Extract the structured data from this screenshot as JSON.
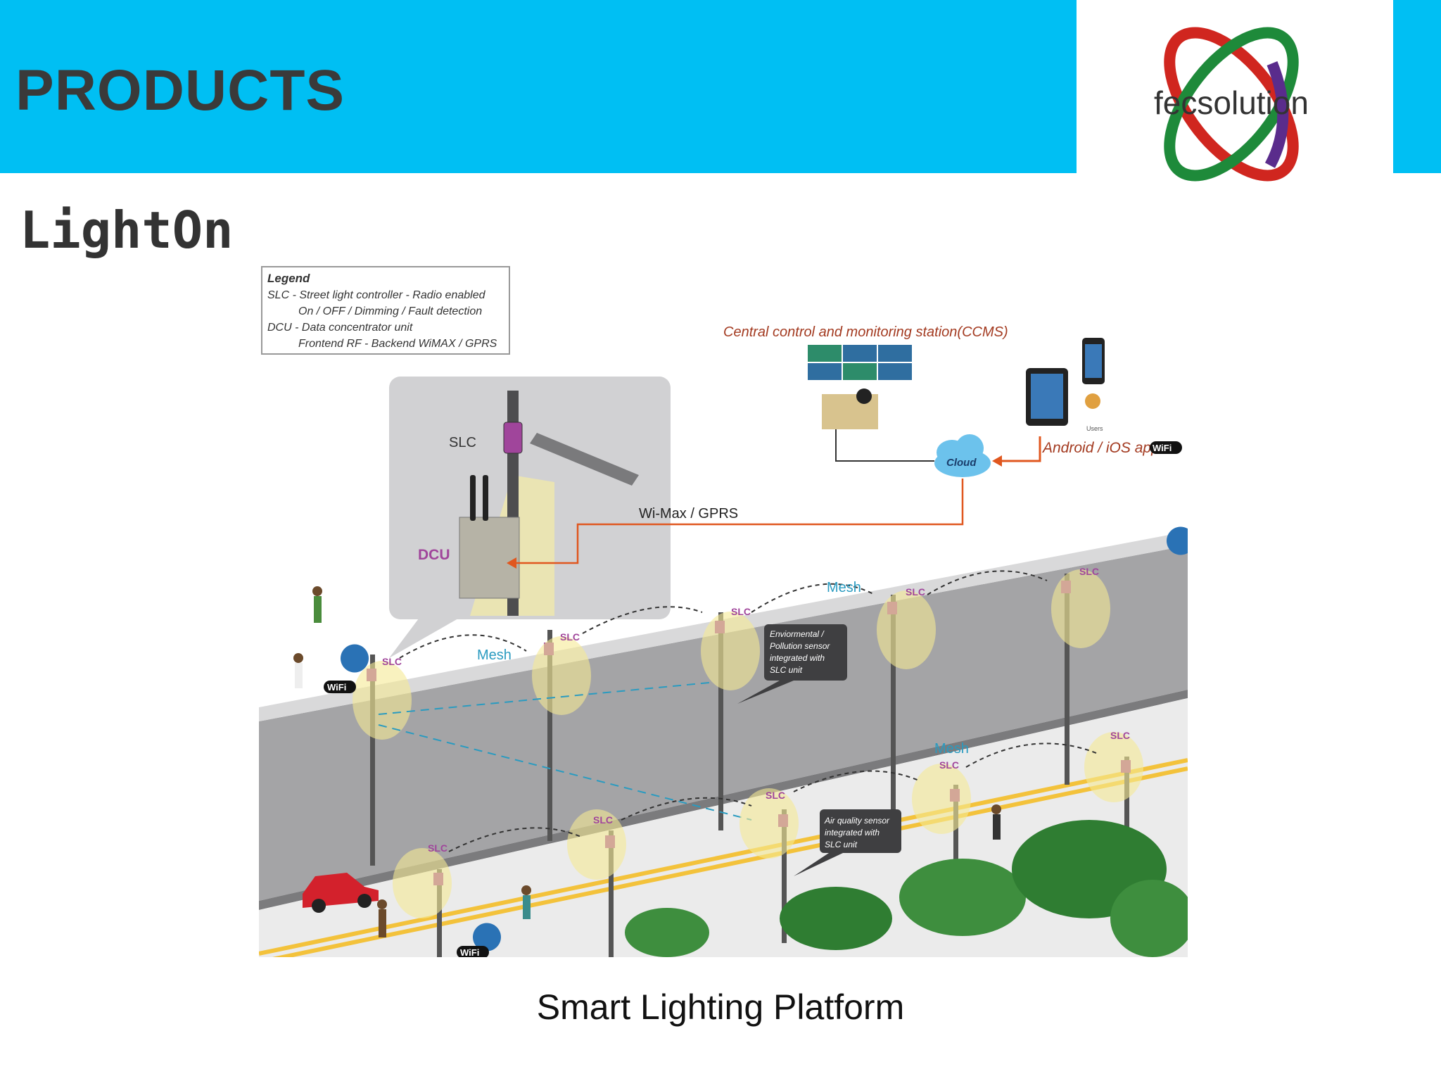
{
  "header": {
    "title": "PRODUCTS",
    "color": "#00bff3"
  },
  "logo": {
    "text": "fecsolution"
  },
  "product": {
    "name": "LightOn"
  },
  "legend": {
    "title": "Legend",
    "lines": [
      "SLC   - Street light controller - Radio enabled",
      "On / OFF / Dimming / Fault detection",
      "DCU - Data concentrator unit",
      "Frontend RF - Backend WiMAX / GPRS"
    ]
  },
  "diagram": {
    "ccms_label": "Central control and monitoring station(CCMS)",
    "cloud_label": "Cloud",
    "app_label": "Android / iOS app",
    "users_label": "Users",
    "wimax_label": "Wi-Max / GPRS",
    "slc_label": "SLC",
    "dcu_label": "DCU",
    "mesh_label": "Mesh",
    "wifi_label": "WiFi",
    "env_sensor_lines": [
      "Enviormental /",
      "Pollution sensor",
      "integrated with",
      "SLC unit"
    ],
    "air_sensor_lines": [
      "Air quality sensor",
      "integrated with",
      "SLC unit"
    ]
  },
  "caption": "Smart Lighting Platform"
}
